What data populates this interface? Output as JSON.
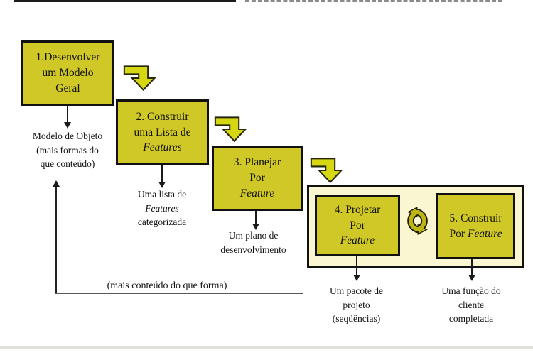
{
  "diagram_title": "",
  "boxes": {
    "b1": {
      "l1": "1.Desenvolver",
      "l2": "um Modelo",
      "l3": "Geral"
    },
    "b2": {
      "l1": "2. Construir",
      "l2": "uma Lista de",
      "l3": "Features"
    },
    "b3": {
      "l1": "3. Planejar",
      "l2": "Por",
      "l3": "Feature"
    },
    "b4": {
      "l1": "4. Projetar",
      "l2": "Por",
      "l3": "Feature"
    },
    "b5": {
      "l1": "5. Construir",
      "l2a": "Por",
      "l2b": "Feature"
    }
  },
  "outputs": {
    "o1": {
      "l1": "Modelo de Objeto",
      "l2": "(mais formas do",
      "l3": "que conteúdo)"
    },
    "o2": {
      "l1": "Uma lista de",
      "l2": "Features",
      "l3": "categorizada"
    },
    "o3": {
      "l1": "Um plano de",
      "l2": "desenvolvimento"
    },
    "o4": {
      "l1": "Um pacote de",
      "l2": "projeto",
      "l3": "(seqüências)"
    },
    "o5": {
      "l1": "Uma função do",
      "l2": "cliente",
      "l3": "completada"
    }
  },
  "feedback": {
    "label": "(mais conteúdo do que forma)"
  },
  "icons": {
    "step_arrow": "bent-arrow-icon",
    "iteration": "cycle-arrows-icon",
    "output_pointer": "down-arrow-icon",
    "feedback_pointer": "up-arrow-icon"
  },
  "colors": {
    "box_fill": "#cfc826",
    "container_fill": "#faf6d2",
    "arrow_fill": "#d6d712",
    "arrow_outline": "#26260a",
    "cycle_fill": "#bdb514",
    "border": "#111111"
  }
}
